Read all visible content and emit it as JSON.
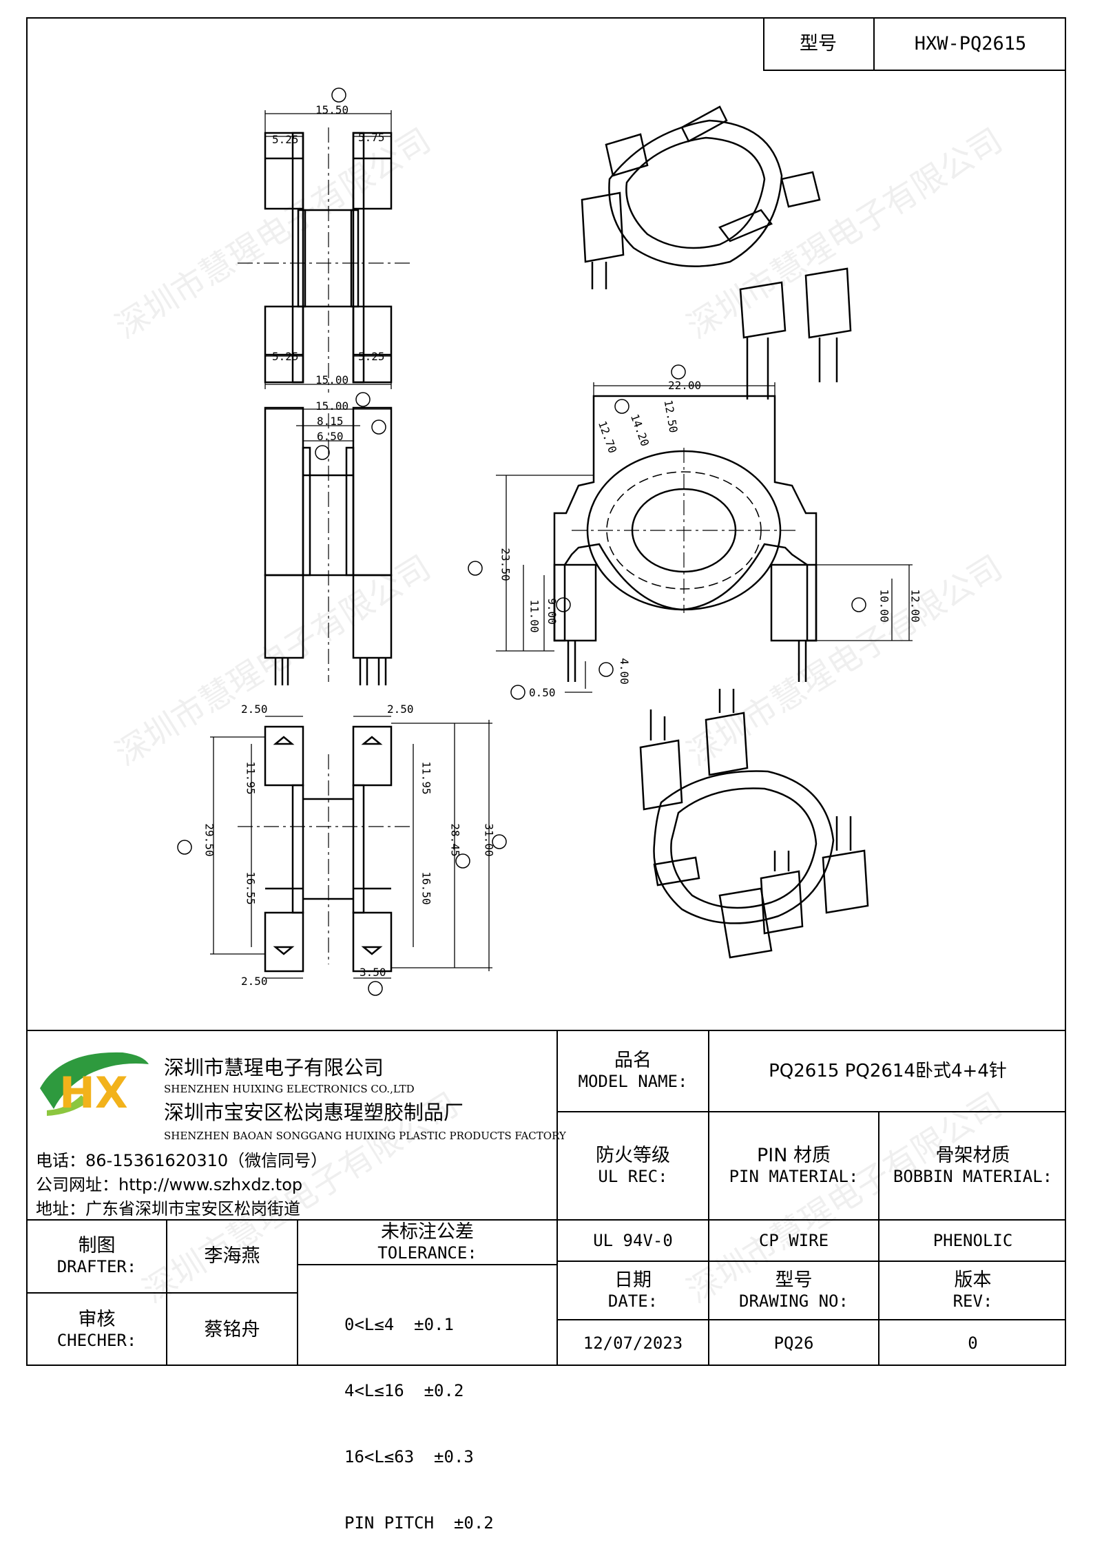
{
  "header": {
    "model_label": "型号",
    "model_value": "HXW-PQ2615"
  },
  "drawing": {
    "dims_top": [
      "15.50",
      "5.25",
      "5.75",
      "5.25",
      "5.25",
      "15.00"
    ],
    "dims_mid": [
      "15.00",
      "8.15",
      "6.50"
    ],
    "dims_bottom": [
      "2.50",
      "2.50",
      "11.95",
      "11.95",
      "29.50",
      "28.45",
      "31.00",
      "16.55",
      "16.50",
      "2.50",
      "3.50"
    ],
    "dims_right": [
      "22.00",
      "12.70",
      "14.20",
      "12.50",
      "23.50",
      "11.00",
      "9.00",
      "10.00",
      "12.00",
      "4.00",
      "0.50"
    ]
  },
  "watermark": "深圳市慧瑆电子有限公司",
  "company": {
    "logo_letters": "HX",
    "name_cn": "深圳市慧瑆电子有限公司",
    "name_en": "SHENZHEN HUIXING ELECTRONICS CO.,LTD",
    "factory_cn": "深圳市宝安区松岗惠瑆塑胶制品厂",
    "factory_en": "SHENZHEN BAOAN SONGGANG HUIXING PLASTIC PRODUCTS FACTORY",
    "phone": "电话：86-15361620310（微信同号）",
    "website": "公司网址：http://www.szhxdz.top",
    "address": "地址：广东省深圳市宝安区松岗街道"
  },
  "title_block": {
    "model_name_cn": "品名",
    "model_name_en": "MODEL NAME:",
    "model_name_value": "PQ2615 PQ2614卧式4+4针",
    "ul_cn": "防火等级",
    "ul_en": "UL REC:",
    "pin_cn": "PIN 材质",
    "pin_en": "PIN MATERIAL:",
    "bobbin_cn": "骨架材质",
    "bobbin_en": "BOBBIN MATERIAL:",
    "ul_value": "UL 94V-0",
    "pin_value": "CP WIRE",
    "bobbin_value": "PHENOLIC",
    "date_cn": "日期",
    "date_en": "DATE:",
    "drawing_cn": "型号",
    "drawing_en": "DRAWING NO:",
    "rev_cn": "版本",
    "rev_en": "REV:",
    "date_value": "12/07/2023",
    "drawing_value": "PQ26",
    "rev_value": "0",
    "drafter_cn": "制图",
    "drafter_en": "DRAFTER:",
    "drafter_value": "李海燕",
    "checker_cn": "审核",
    "checker_en": "CHECHER:",
    "checker_value": "蔡铭舟",
    "tol_cn": "未标注公差",
    "tol_en": "TOLERANCE:",
    "tol_lines": [
      "0<L≤4  ±0.1",
      "4<L≤16  ±0.2",
      "16<L≤63  ±0.3",
      "PIN PITCH  ±0.2"
    ]
  }
}
